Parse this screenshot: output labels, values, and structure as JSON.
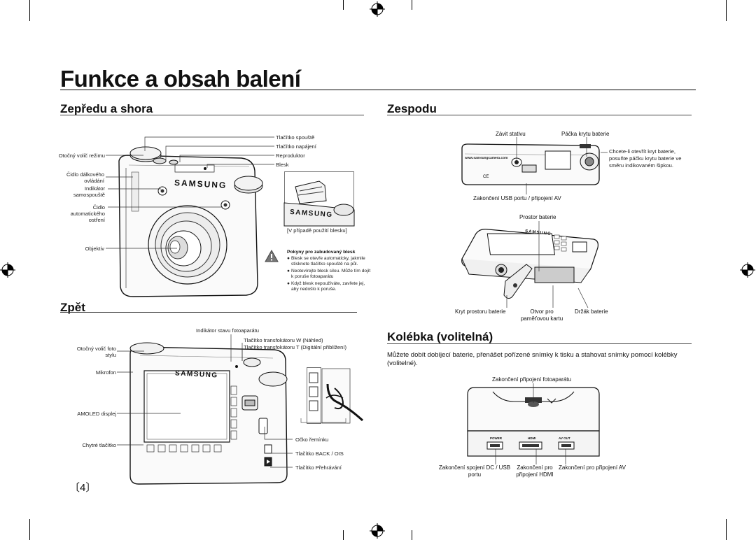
{
  "page": {
    "title": "Funkce a obsah balení",
    "page_number": "〔4〕"
  },
  "front_top": {
    "heading": "Zepředu a shora",
    "labels": {
      "shutter": "Tlačítko spouště",
      "power": "Tlačítko napájení",
      "mode_dial": "Otočný volič režimu",
      "speaker": "Reproduktor",
      "flash": "Blesk",
      "remote_sensor": "Čidlo dálkového ovládání",
      "timer_lamp": "Indikátor samospouště",
      "af_sensor": "Čidlo automatického ostření",
      "lens": "Objektiv"
    },
    "flash_caption": "[V případě použití blesku]",
    "brand": "SAMSUNG",
    "caution": {
      "title": "Pokyny pro zabudovaný blesk",
      "items": [
        "Blesk se otevře automaticky, jakmile stisknete tlačítko spouště na půl.",
        "Neotevírejte blesk silou. Může tím dojít k poruše fotoaparátu",
        "Když blesk nepoužíváte, zavřete jej, aby nedošlo k poruše."
      ]
    }
  },
  "back": {
    "heading": "Zpět",
    "labels": {
      "status_indicator": "Indikátor stavu fotoaparátu",
      "zoom_w": "Tlačítko transfokátoru W (Náhled)",
      "zoom_t": "Tlačítko transfokátoru T (Digitální přiblížení)",
      "style_dial": "Otočný volič foto stylu",
      "microphone": "Mikrofon",
      "amoled": "AMOLED displej",
      "smart_buttons": "Chytré tlačítko",
      "strap": "Očko řemínku",
      "back_ois": "Tlačítko BACK / OIS",
      "play": "Tlačítko Přehrávání"
    }
  },
  "bottom": {
    "heading": "Zespodu",
    "labels": {
      "tripod": "Závit stativu",
      "battery_lever": "Páčka krytu baterie",
      "lever_note": "Chcete-li otevřít kryt baterie, posuňte páčku krytu baterie ve směru indikovaném šipkou.",
      "usb_av": "Zakončení USB portu / připojení AV",
      "battery_bay": "Prostor baterie",
      "battery_cover": "Kryt prostoru baterie",
      "card_slot": "Otvor pro paměťovou kartu",
      "battery_holder": "Držák baterie"
    },
    "url": "www.samsungcamera.com"
  },
  "cradle": {
    "heading": "Kolébka (volitelná)",
    "description": "Můžete dobít dobíjecí baterie, přenášet pořízené snímky k tisku a stahovat snímky pomocí kolébky (volitelné).",
    "labels": {
      "camera_connector": "Zakončení připojení fotoaparátu",
      "dc_usb": "Zakončení spojení DC / USB portu",
      "hdmi": "Zakončení pro připojení HDMI",
      "av": "Zakončení pro připojení AV"
    },
    "port_labels": [
      "POWER",
      "HDMI",
      "AV OUT"
    ]
  }
}
